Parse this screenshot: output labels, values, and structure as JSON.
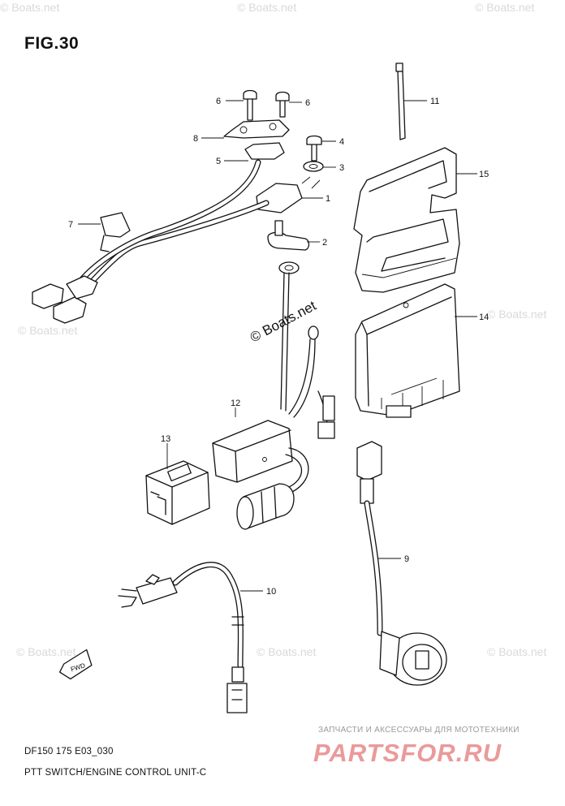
{
  "figure": {
    "title": "FIG.30"
  },
  "callouts": [
    {
      "id": "1",
      "label": "1"
    },
    {
      "id": "2",
      "label": "2"
    },
    {
      "id": "3",
      "label": "3"
    },
    {
      "id": "4",
      "label": "4"
    },
    {
      "id": "5",
      "label": "5"
    },
    {
      "id": "6a",
      "label": "6"
    },
    {
      "id": "6b",
      "label": "6"
    },
    {
      "id": "7",
      "label": "7"
    },
    {
      "id": "8",
      "label": "8"
    },
    {
      "id": "9",
      "label": "9"
    },
    {
      "id": "10",
      "label": "10"
    },
    {
      "id": "11",
      "label": "11"
    },
    {
      "id": "12",
      "label": "12"
    },
    {
      "id": "13",
      "label": "13"
    },
    {
      "id": "14",
      "label": "14"
    },
    {
      "id": "15",
      "label": "15"
    }
  ],
  "watermark": {
    "main": "© Boats.net",
    "faint": "© Boats.net"
  },
  "fwd_label": "FWD",
  "footer": {
    "code": "DF150 175 E03_030",
    "subtitle": "PTT SWITCH/ENGINE CONTROL UNIT-C"
  },
  "ad": {
    "caption": "ЗАПЧАСТИ И АКСЕССУАРЫ ДЛЯ МОТОТЕХНИКИ",
    "logo": "PARTSFOR.RU",
    "logo_color": "#ea9a9a"
  }
}
